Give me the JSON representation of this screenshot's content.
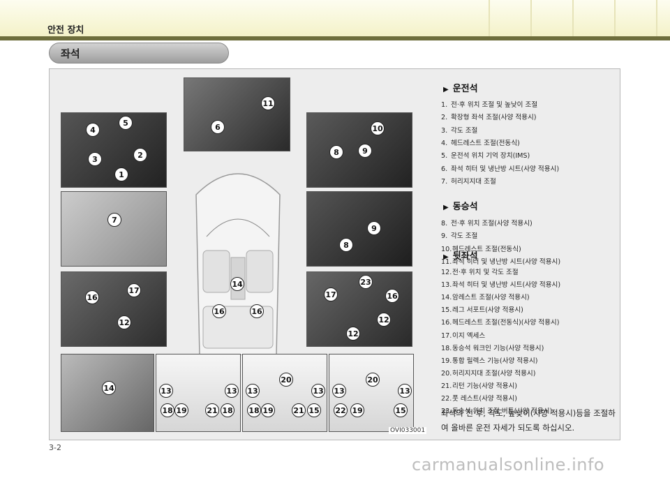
{
  "header": {
    "title": "안전 장치"
  },
  "section_pill": "좌석",
  "figure_code": "OVI033001",
  "callouts": {
    "p1": [
      "1",
      "2",
      "3",
      "4",
      "5"
    ],
    "p_top": [
      "6",
      "11"
    ],
    "p_right1": [
      "8",
      "9",
      "10"
    ],
    "p2": [
      "7"
    ],
    "p_right2": [
      "9",
      "8"
    ],
    "p3": [
      "16",
      "17",
      "12"
    ],
    "p_right3": [
      "17",
      "23",
      "16",
      "12",
      "12"
    ],
    "car": [
      "14",
      "16",
      "16"
    ],
    "bottom1": [
      "14"
    ],
    "bottom2": [
      "13",
      "13",
      "18",
      "19",
      "21",
      "18"
    ],
    "bottom3": [
      "20",
      "13",
      "13",
      "18",
      "19",
      "21",
      "15"
    ],
    "bottom4": [
      "20",
      "13",
      "13",
      "22",
      "19",
      "15"
    ]
  },
  "driver": {
    "heading": "운전석",
    "items": [
      {
        "n": "1.",
        "t": "전·후 위치 조절 및 높낮이 조절"
      },
      {
        "n": "2.",
        "t": "확장형 좌석 조절(사양 적용시)"
      },
      {
        "n": "3.",
        "t": "각도 조절"
      },
      {
        "n": "4.",
        "t": "헤드레스트 조절(전동식)"
      },
      {
        "n": "5.",
        "t": "운전석 위치 기억 장치(IMS)"
      },
      {
        "n": "6.",
        "t": "좌석 히터 및 냉난방 시트(사양 적용시)"
      },
      {
        "n": "7.",
        "t": "허리지지대 조절"
      }
    ]
  },
  "passenger": {
    "heading": "동승석",
    "items": [
      {
        "n": "8.",
        "t": "전·후 위치 조절(사양 적용시)"
      },
      {
        "n": "9.",
        "t": "각도 조절"
      },
      {
        "n": "10.",
        "t": "헤드레스트 조절(전동식)"
      },
      {
        "n": "11.",
        "t": "좌석 히터 및 냉난방 시트(사양 적용시)"
      }
    ]
  },
  "rear": {
    "heading": "뒷좌석",
    "items": [
      {
        "n": "12.",
        "t": "전·후 위치 및 각도 조절"
      },
      {
        "n": "13.",
        "t": "좌석 히터 및 냉난방 시트(사양 적용시)"
      },
      {
        "n": "14.",
        "t": "암레스트 조절(사양 적용시)"
      },
      {
        "n": "15.",
        "t": "레그 서포트(사양 적용시)"
      },
      {
        "n": "16.",
        "t": "헤드레스트 조절(전동식)(사양 적용시)"
      },
      {
        "n": "17.",
        "t": "이지 엑세스"
      },
      {
        "n": "18.",
        "t": "동승석 워크인 기능(사양 적용시)"
      },
      {
        "n": "19.",
        "t": "통합 릴렉스 기능(사양 적용시)"
      },
      {
        "n": "20.",
        "t": "허리지지대 조절(사양 적용시)"
      },
      {
        "n": "21.",
        "t": "리턴 기능(사양 적용시)"
      },
      {
        "n": "22.",
        "t": "풋 레스트(사양 적용시)"
      },
      {
        "n": "23.",
        "t": "동승석 위치 조절 버튼(사양 적용시)"
      }
    ]
  },
  "summary": "좌석의 전·후, 각도, 높낮이(사양 적용시)등을 조절하여 올바른 운전 자세가 되도록 하십시오.",
  "page_number": "3-2",
  "watermark": "carmanualsonline.info",
  "colors": {
    "header_bg": "#f4f2c8",
    "header_bar": "#6e6e3c",
    "frame_bg": "#ededed"
  }
}
